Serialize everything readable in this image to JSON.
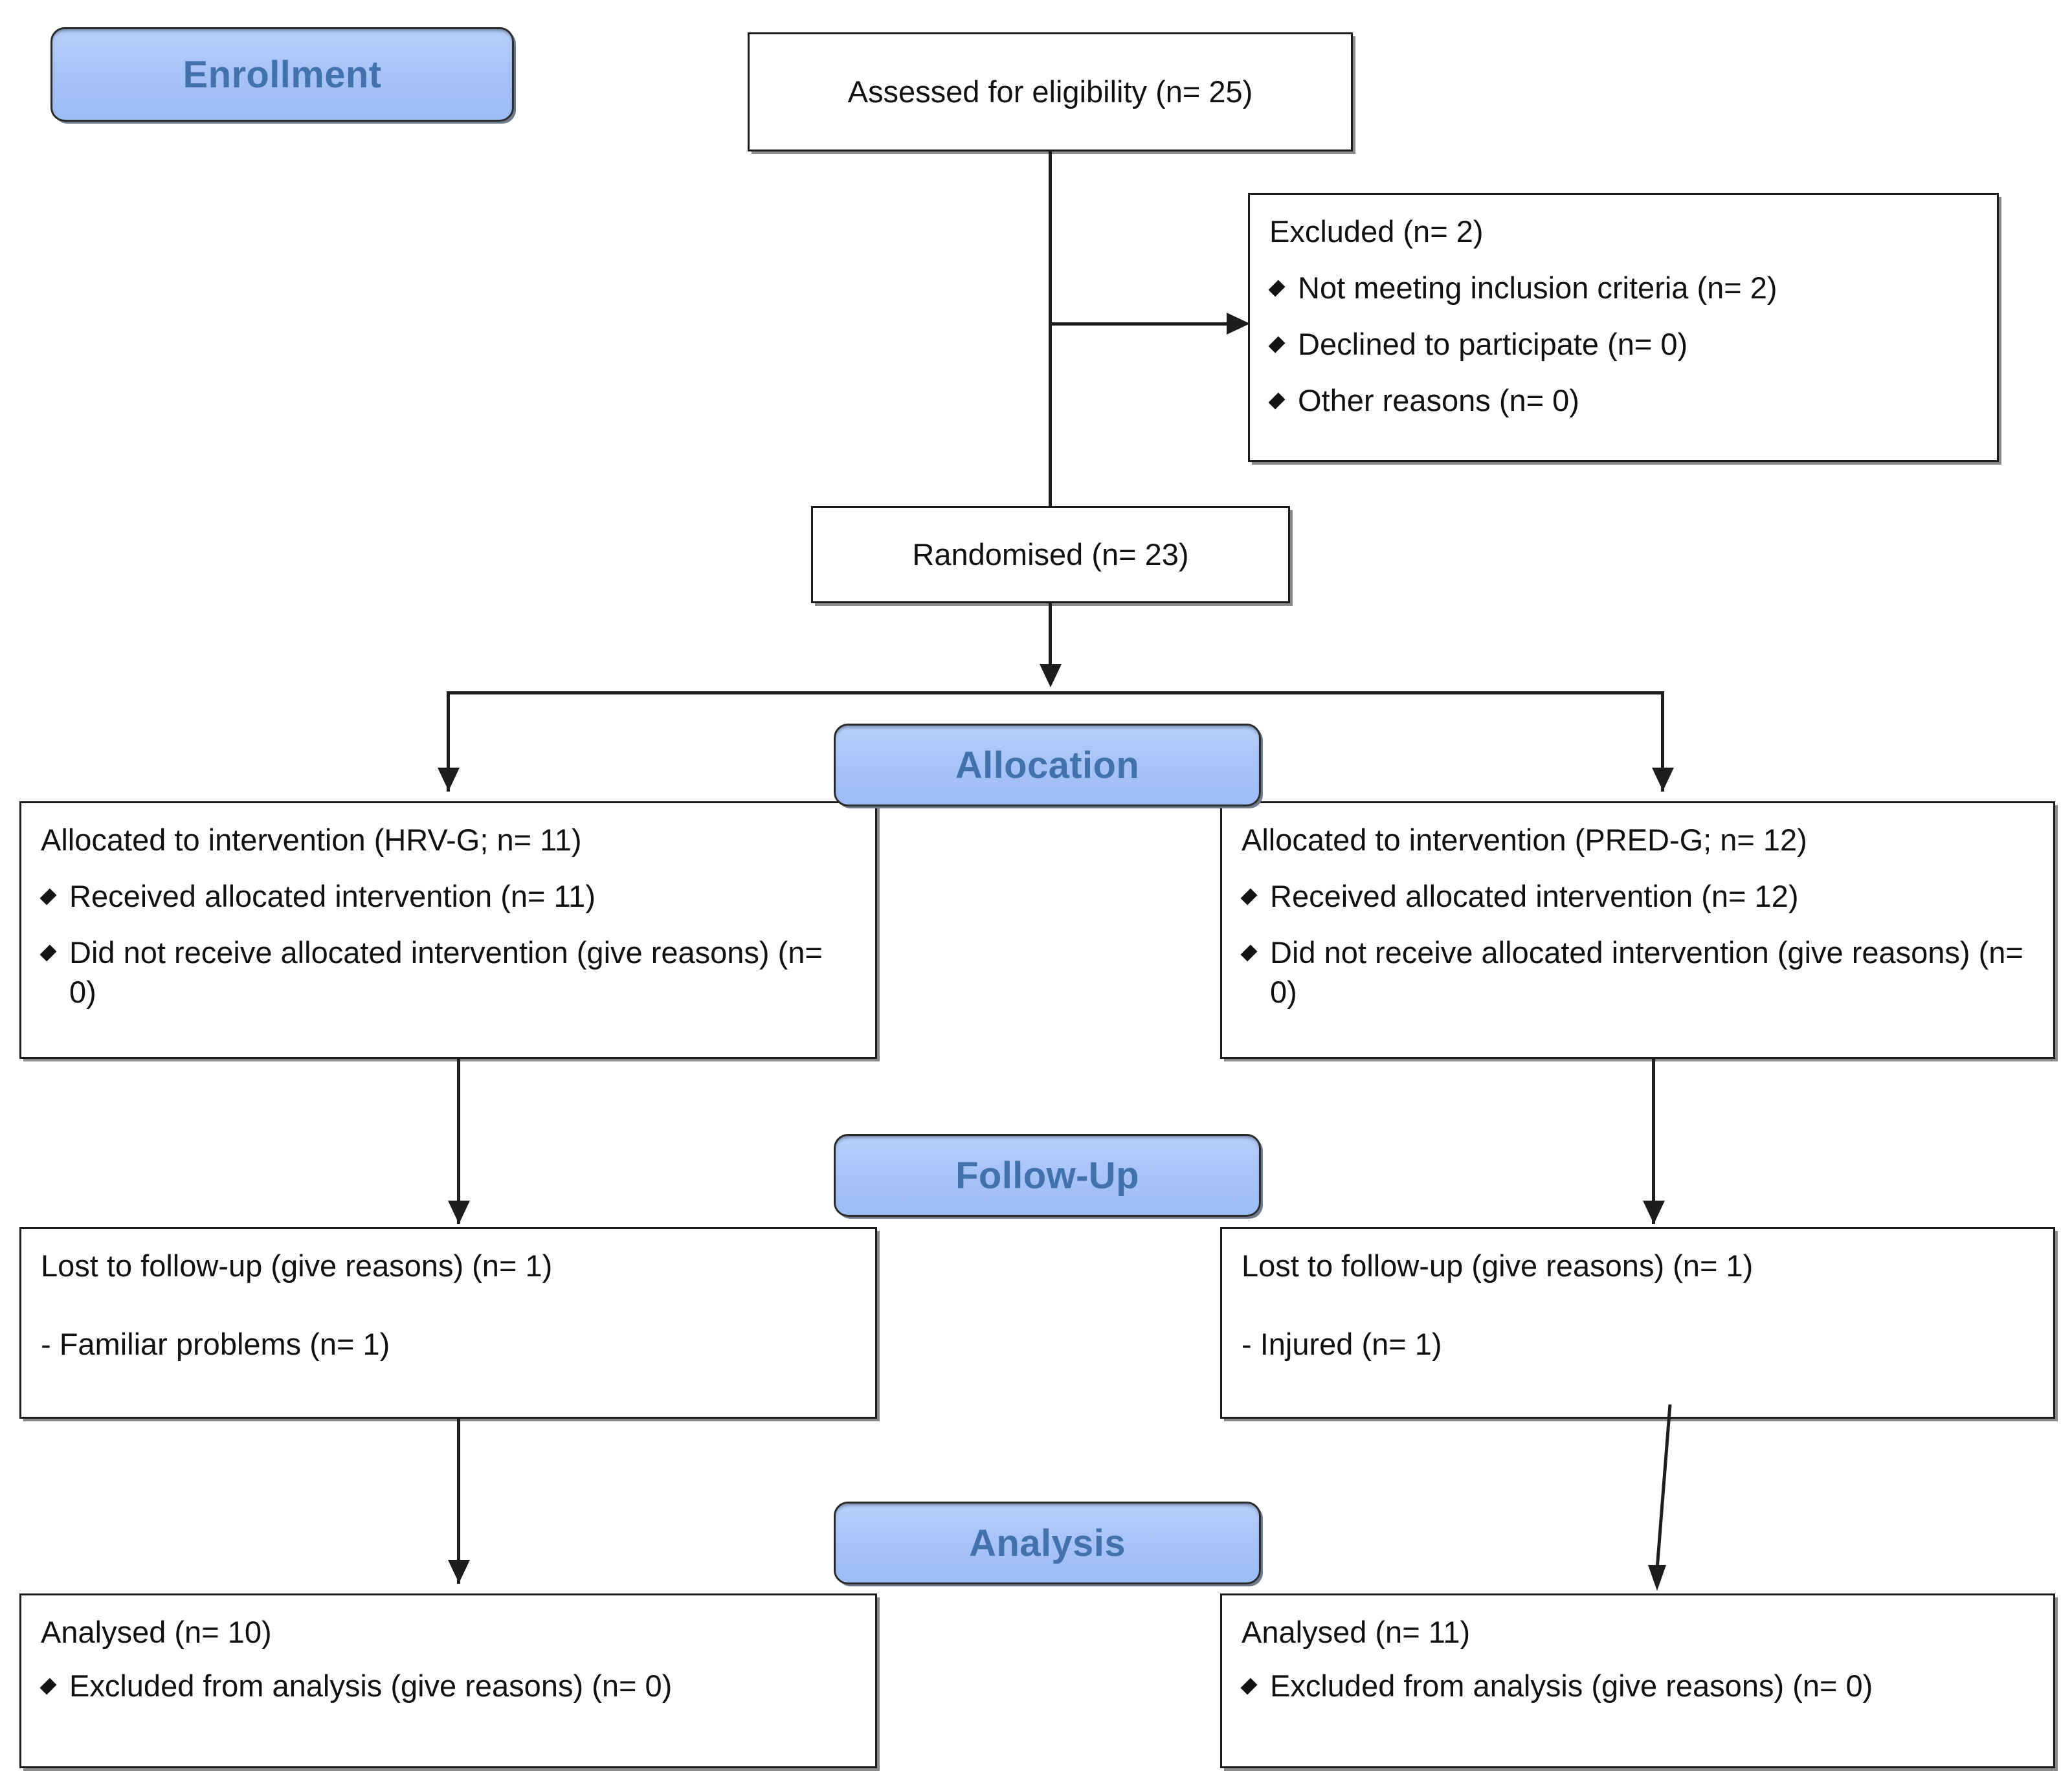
{
  "diagram": {
    "type": "CONSORT participant flow diagram",
    "stages": [
      {
        "key": "enrollment",
        "label": "Enrollment"
      },
      {
        "key": "allocation",
        "label": "Allocation"
      },
      {
        "key": "followup",
        "label": "Follow-Up"
      },
      {
        "key": "analysis",
        "label": "Analysis"
      }
    ],
    "accent_fill": "#a8c4f8",
    "accent_text": "#4272ab",
    "box_border": "#1a1a1a",
    "text_color": "#111111"
  },
  "enrollment": {
    "assessed": {
      "text": "Assessed for eligibility (n= 25)",
      "n": 25
    },
    "excluded": {
      "lead": "Excluded (n= 2)",
      "n": 2,
      "reasons": [
        {
          "text": "Not meeting inclusion criteria (n= 2)",
          "n": 2
        },
        {
          "text": "Declined to participate (n= 0)",
          "n": 0
        },
        {
          "text": "Other reasons (n= 0)",
          "n": 0
        }
      ]
    },
    "randomised": {
      "text": "Randomised (n= 23)",
      "n": 23
    }
  },
  "allocation": {
    "left": {
      "lead": "Allocated to intervention (HRV-G; n= 11)",
      "group": "HRV-G",
      "n": 11,
      "items": [
        {
          "text": "Received allocated intervention (n=  11)",
          "n": 11
        },
        {
          "text": "Did not receive allocated intervention (give reasons) (n= 0)",
          "n": 0
        }
      ]
    },
    "right": {
      "lead": "Allocated to intervention (PRED-G; n= 12)",
      "group": "PRED-G",
      "n": 12,
      "items": [
        {
          "text": "Received allocated intervention (n= 12)",
          "n": 12
        },
        {
          "text": "Did not receive allocated intervention (give reasons) (n= 0)",
          "n": 0
        }
      ]
    }
  },
  "followup": {
    "left": {
      "lead": "Lost to follow-up (give reasons) (n= 1)",
      "n": 1,
      "reason": "- Familiar problems (n= 1)"
    },
    "right": {
      "lead": "Lost to follow-up (give reasons) (n= 1)",
      "n": 1,
      "reason": "- Injured (n= 1)"
    }
  },
  "analysis": {
    "left": {
      "lead": "Analysed (n= 10)",
      "n": 10,
      "items": [
        {
          "text": "Excluded from analysis (give reasons) (n= 0)",
          "n": 0
        }
      ]
    },
    "right": {
      "lead": "Analysed (n= 11)",
      "n": 11,
      "items": [
        {
          "text": "Excluded from analysis (give reasons) (n= 0)",
          "n": 0
        }
      ]
    }
  }
}
